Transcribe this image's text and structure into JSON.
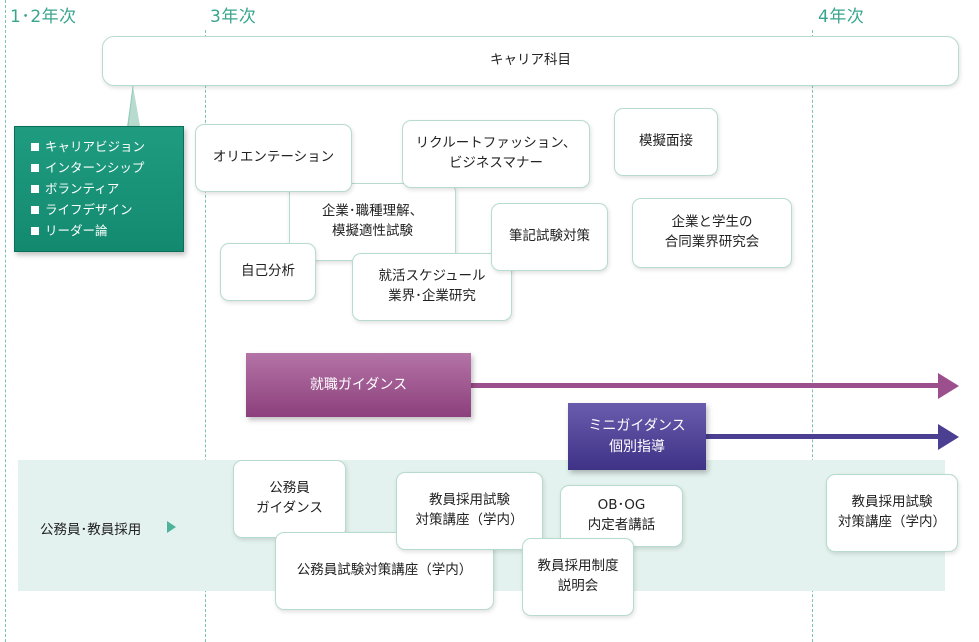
{
  "years": {
    "y12": "1･2年次",
    "y3": "3年次",
    "y4": "4年次"
  },
  "career_subject": "キャリア科目",
  "career_list": [
    "キャリアビジョン",
    "インターンシップ",
    "ボランティア",
    "ライフデザイン",
    "リーダー論"
  ],
  "boxes": {
    "orientation": "オリエンテーション",
    "industry_understanding": "企業･職種理解、\n模擬適性試験",
    "self_analysis": "自己分析",
    "schedule": "就活スケジュール\n業界･企業研究",
    "recruit_fashion": "リクルートファッション、\nビジネスマナー",
    "written_exam": "筆記試験対策",
    "mock_interview": "模擬面接",
    "joint_study": "企業と学生の\n合同業界研究会"
  },
  "guidance": {
    "employment": "就職ガイダンス",
    "mini": "ミニガイダンス\n個別指導"
  },
  "public_section": {
    "label": "公務員･教員採用",
    "civil_guidance": "公務員\nガイダンス",
    "civil_exam": "公務員試験対策講座（学内）",
    "teacher_course_3": "教員採用試験\n対策講座（学内）",
    "ob_og": "OB･OG\n内定者講話",
    "teacher_system": "教員採用制度\n説明会",
    "teacher_course_4": "教員採用試験\n対策講座（学内）"
  },
  "colors": {
    "accent": "#3aa58e",
    "teal_box": "#138a70",
    "employment_arrow": "#9b4f8c",
    "mini_arrow": "#4b3f92",
    "band": "#e3f2ee"
  }
}
